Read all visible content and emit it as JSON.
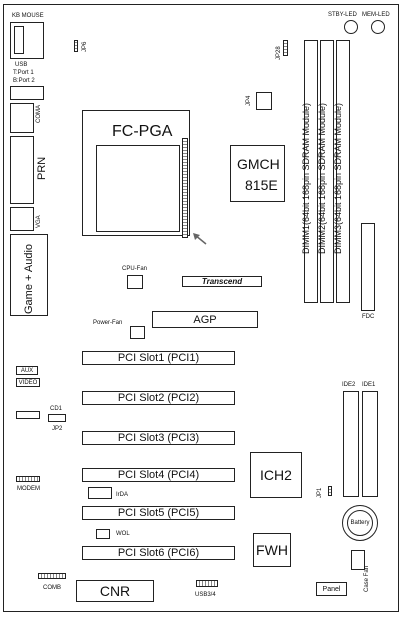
{
  "connectors": {
    "kb_mouse": "KB MOUSE",
    "usb": "USB",
    "usb_port1": "T:Port 1",
    "usb_port2": "B:Port 2",
    "coma": "COMA",
    "prn": "PRN",
    "vga": "VGA",
    "game_audio": "Game + Audio",
    "aux": "AUX",
    "video": "VIDEO",
    "cd1": "CD1",
    "jp2": "JP2",
    "modem": "MODEM",
    "comb": "COMB",
    "usb34": "USB3/4",
    "panel": "Panel",
    "case_fan": "Case Fan",
    "fdc": "FDC",
    "ide2": "IDE2",
    "ide1": "IDE1",
    "irda": "IrDA",
    "wol": "WOL",
    "cpu_fan": "CPU-Fan",
    "power_fan": "Power-Fan"
  },
  "leds": {
    "stby": "STBY-LED",
    "mem": "MEM-LED"
  },
  "jumpers": {
    "jp6": "JP6",
    "jp28": "JP28",
    "jp4": "JP4",
    "jp1": "JP1"
  },
  "chips": {
    "cpu_socket": "FC-PGA",
    "gmch_line1": "GMCH",
    "gmch_line2": "815E",
    "transcend": "Transcend",
    "ich2": "ICH2",
    "fwh": "FWH",
    "cnr": "CNR",
    "battery": "Battery"
  },
  "dimms": [
    "DIMM1(64bit 168pin SDRAM Module)",
    "DIMM2(64bit 168pin SDRAM Module)",
    "DIMM3(64bit 168pin SDRAM Module)"
  ],
  "slots": {
    "agp": "AGP",
    "pci": [
      "PCI Slot1 (PCI1)",
      "PCI Slot2 (PCI2)",
      "PCI Slot3 (PCI3)",
      "PCI Slot4 (PCI4)",
      "PCI Slot5 (PCI5)",
      "PCI Slot6 (PCI6)"
    ]
  }
}
